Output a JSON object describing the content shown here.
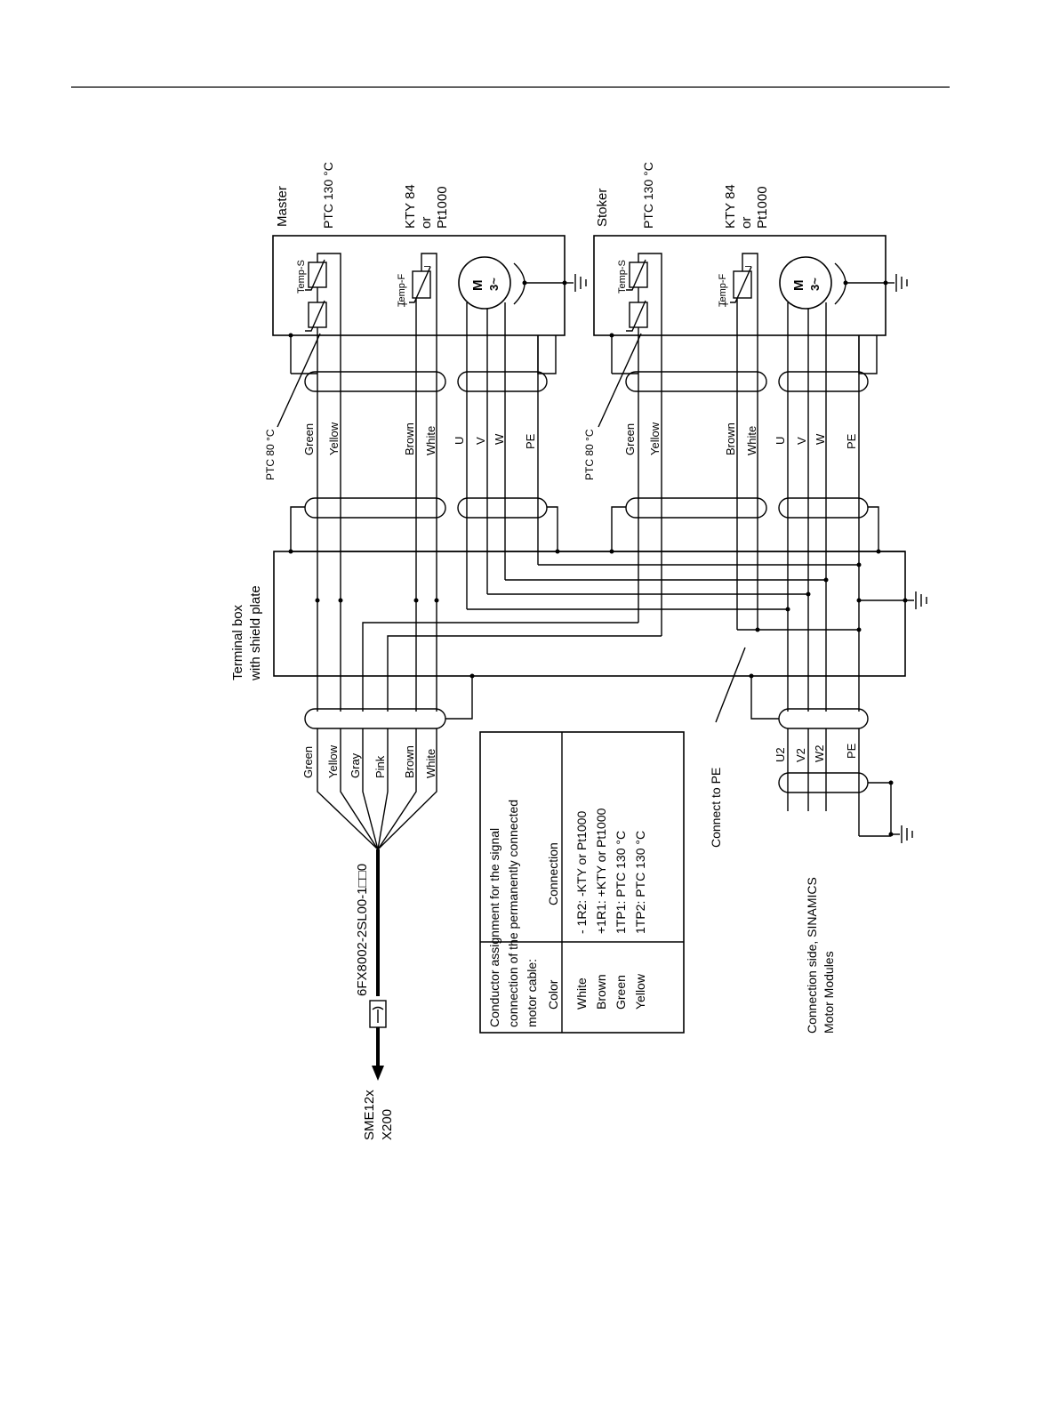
{
  "diagram": {
    "units": [
      {
        "name": "Master",
        "ptc_top": "PTC 130 °C",
        "kty_lines": [
          "KTY 84",
          "or",
          "Pt1000"
        ],
        "temp_s": "Temp-S",
        "temp_f": "Temp-F",
        "motor_m": "M",
        "motor_phase": "3~",
        "ptc_80": "PTC 80 °C",
        "wires": [
          "Green",
          "Yellow",
          "Brown",
          "White",
          "U",
          "V",
          "W",
          "PE"
        ]
      },
      {
        "name": "Stoker",
        "ptc_top": "PTC 130 °C",
        "kty_lines": [
          "KTY 84",
          "or",
          "Pt1000"
        ],
        "temp_s": "Temp-S",
        "temp_f": "Temp-F",
        "motor_m": "M",
        "motor_phase": "3~",
        "ptc_80": "PTC 80 °C",
        "wires": [
          "Green",
          "Yellow",
          "Brown",
          "White",
          "U",
          "V",
          "W",
          "PE"
        ]
      }
    ],
    "terminal_box_lines": [
      "Terminal box",
      "with shield plate"
    ],
    "signal_cable_colors": [
      "Green",
      "Yellow",
      "Gray",
      "Pink",
      "Brown",
      "White"
    ],
    "signal_cable_part": "6FX8002-2SL00-1□□0",
    "sme_lines": [
      "SME12x",
      "X200"
    ],
    "assignment_table": {
      "title_lines": [
        "Conductor assignment for the signal",
        "connection of the permanently connected",
        "motor cable:"
      ],
      "col_color": "Color",
      "col_connection": "Connection",
      "rows": [
        {
          "color": "White",
          "connection": "- 1R2:  -KTY or Pt1000"
        },
        {
          "color": "Brown",
          "connection": "+1R1:  +KTY or Pt1000"
        },
        {
          "color": "Green",
          "connection": "1TP1:  PTC 130 °C"
        },
        {
          "color": "Yellow",
          "connection": "1TP2:  PTC 130 °C"
        }
      ]
    },
    "connect_to_pe": "Connect to PE",
    "power_wires": [
      "U2",
      "V2",
      "W2",
      "PE"
    ],
    "connection_side_lines": [
      "Connection side, SINAMICS",
      "Motor Modules"
    ]
  }
}
